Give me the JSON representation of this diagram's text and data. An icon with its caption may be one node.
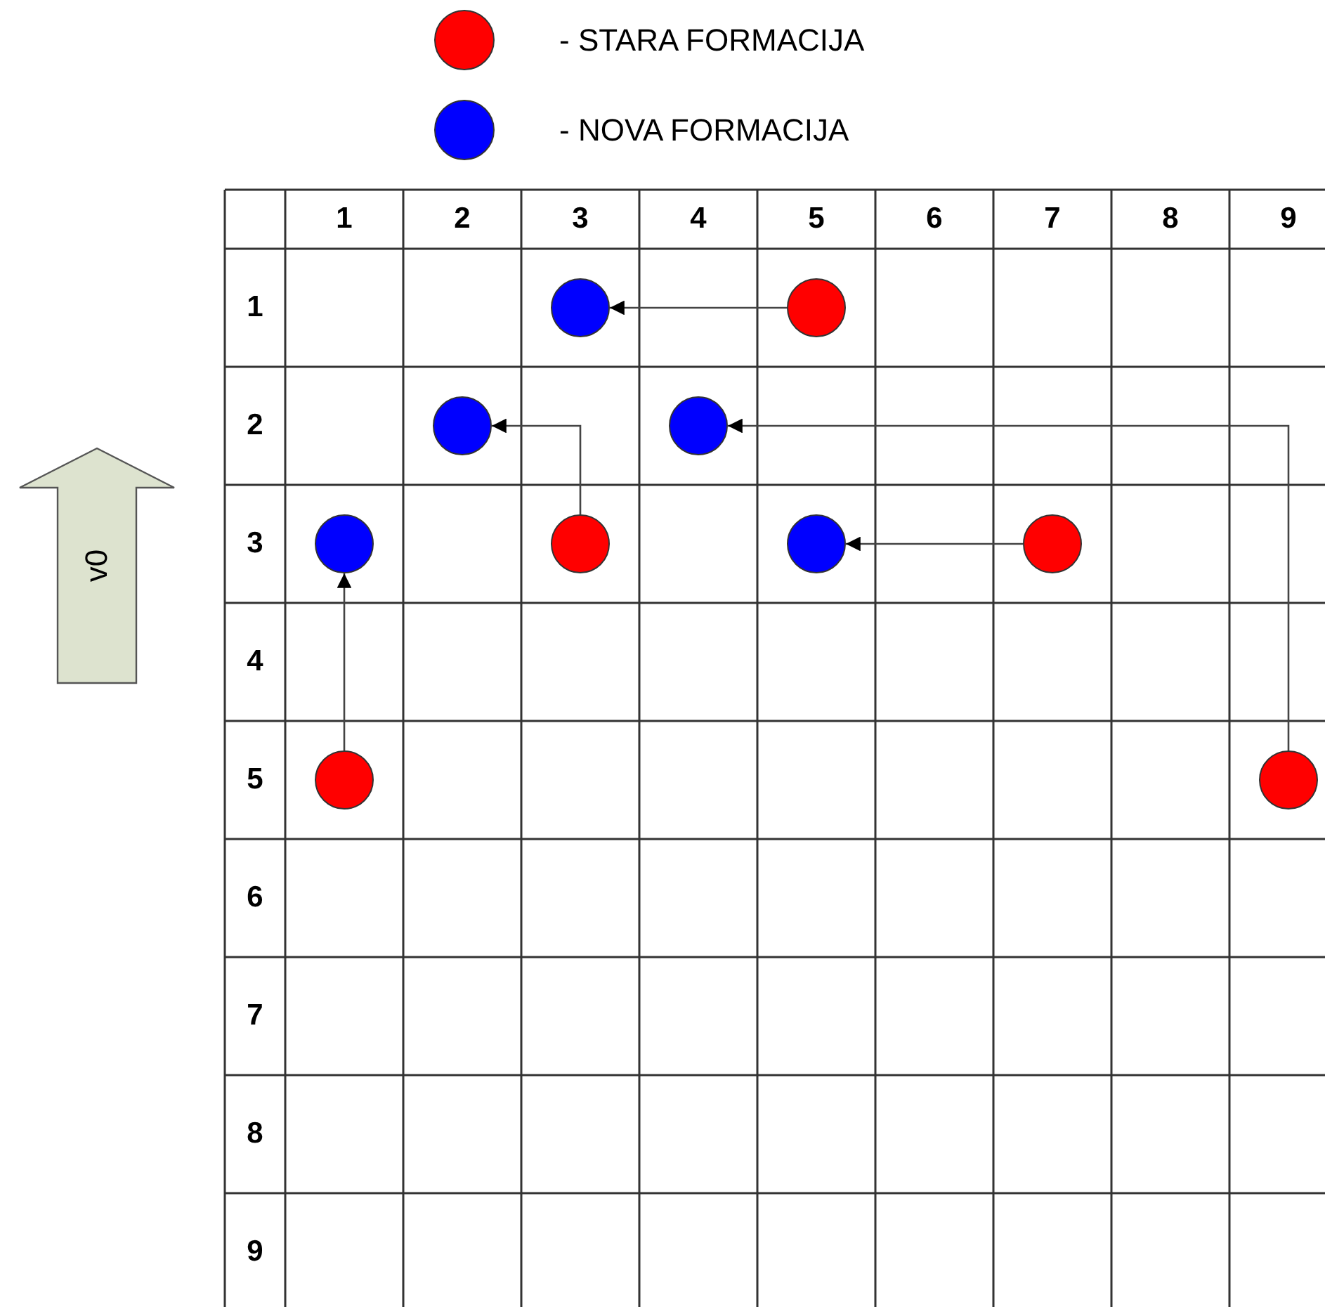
{
  "diagram": {
    "nodes": [
      {
        "text": [
          "v0"
        ]
      },
      {
        "text": [],
        "shape": "circle"
      },
      {
        "text": [],
        "shape": "circle"
      },
      {
        "text": [],
        "shape": "circle"
      },
      {
        "text": [],
        "shape": "circle"
      },
      {
        "text": [],
        "shape": "circle"
      },
      {
        "text": [],
        "shape": "circle"
      },
      {
        "text": [],
        "shape": "circle"
      },
      {
        "text": [],
        "shape": "circle"
      },
      {
        "text": [],
        "shape": "circle"
      },
      {
        "text": [],
        "shape": "circle"
      }
    ],
    "edges": [
      {
        "from": 2,
        "to": 1,
        "arrow": "to"
      },
      {
        "from": 6,
        "to": 3,
        "arrow": "to"
      },
      {
        "from": 10,
        "to": 4,
        "arrow": "to"
      },
      {
        "from": 8,
        "to": 7,
        "arrow": "to"
      },
      {
        "from": 9,
        "to": 5,
        "arrow": "to"
      }
    ],
    "labels": [
      "1",
      "2",
      "3",
      "4",
      "5",
      "6",
      "7",
      "8",
      "9",
      "1",
      "2",
      "3",
      "4",
      "5",
      "6",
      "7",
      "8",
      "9"
    ],
    "legend": [
      {
        "text": "- STARA FORMACIJA",
        "color": "#ff0000"
      },
      {
        "text": "- NOVA FORMACIJA",
        "color": "#0000ff"
      }
    ]
  }
}
